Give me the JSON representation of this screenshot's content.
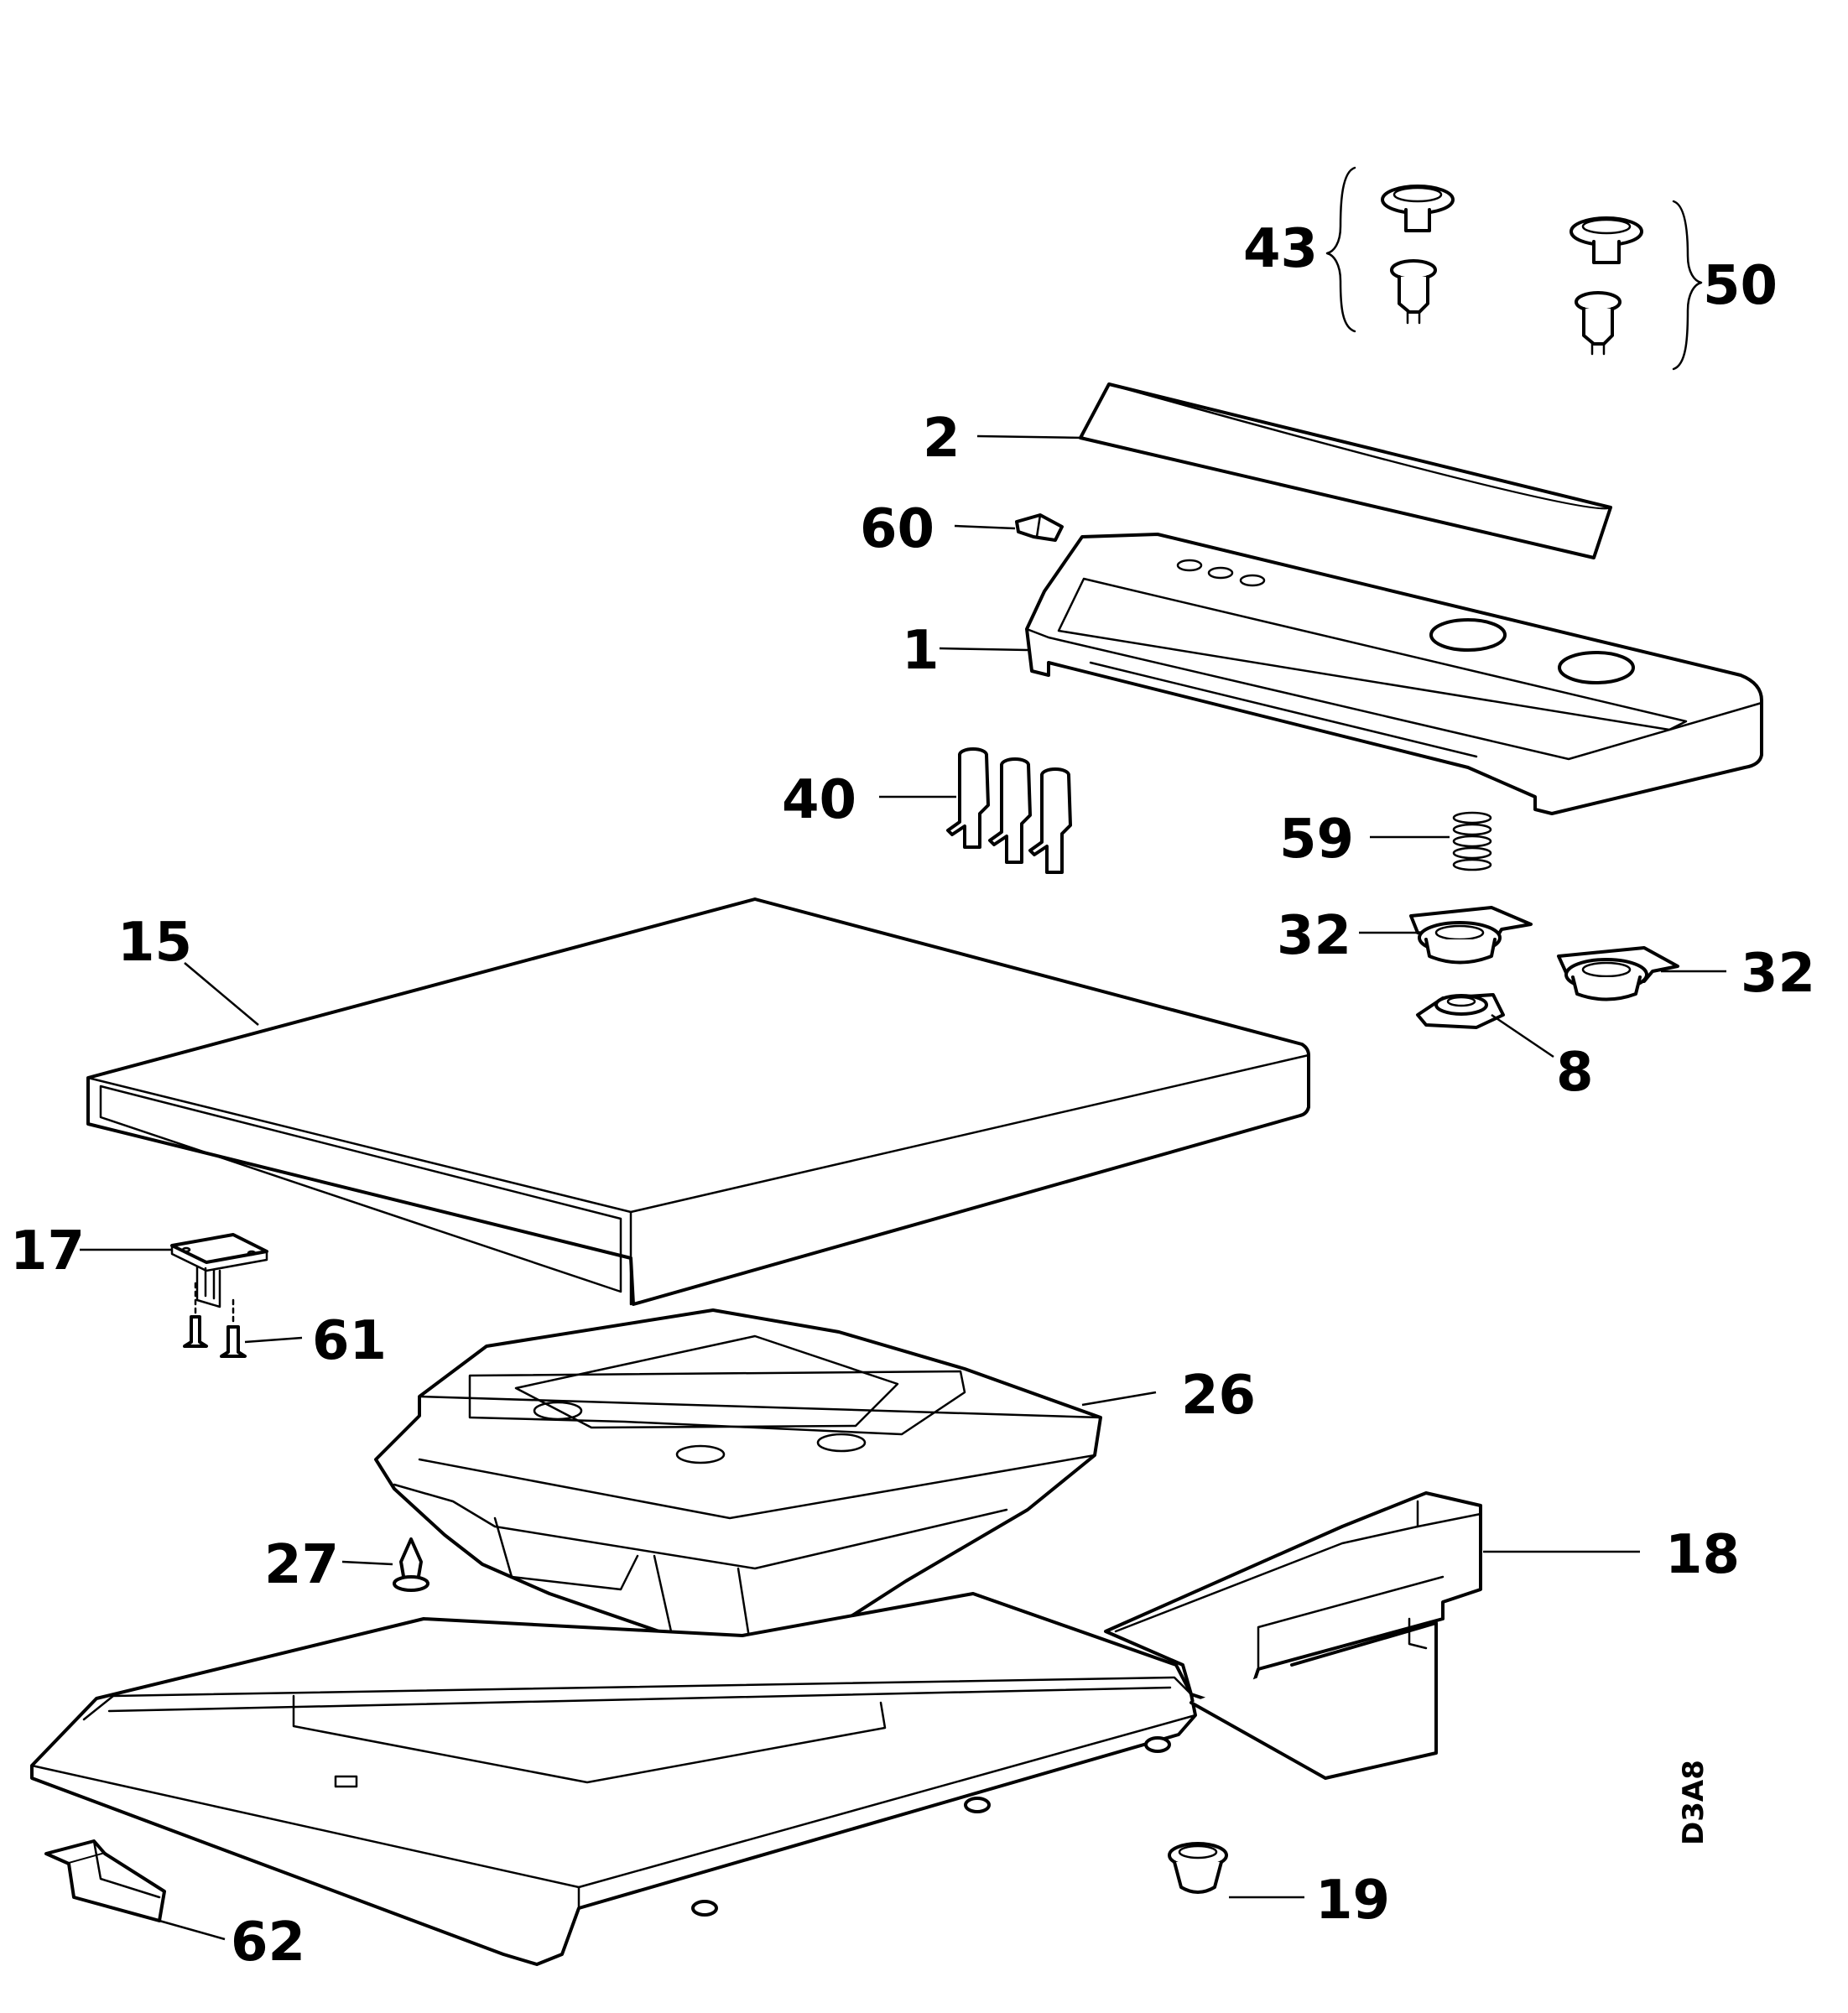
{
  "diagram_code": "D3A8",
  "callouts": {
    "c43": "43",
    "c50": "50",
    "c2": "2",
    "c60": "60",
    "c1": "1",
    "c40": "40",
    "c59": "59",
    "c32a": "32",
    "c32b": "32",
    "c8": "8",
    "c15": "15",
    "c17": "17",
    "c61": "61",
    "c26": "26",
    "c27": "27",
    "c18": "18",
    "c19": "19",
    "c62": "62"
  }
}
